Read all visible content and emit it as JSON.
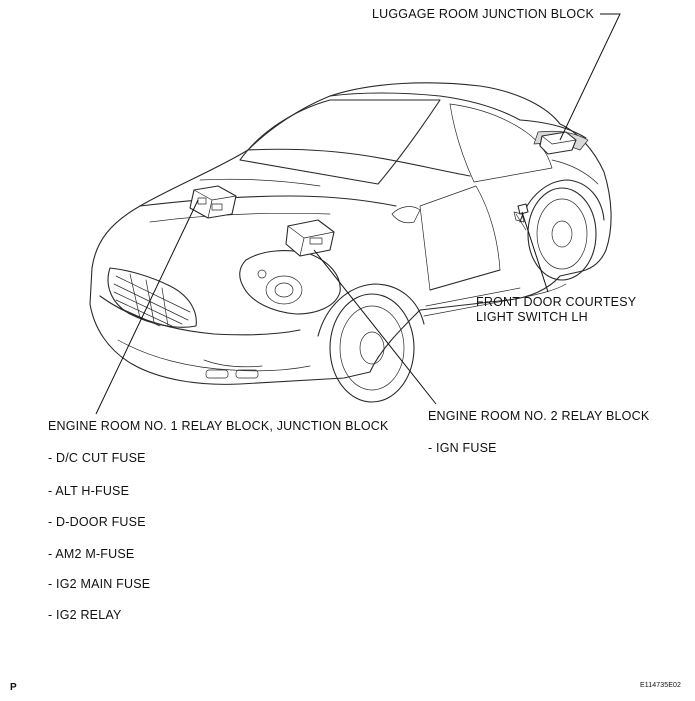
{
  "labels": {
    "luggage_room_junction_block": "LUGGAGE ROOM JUNCTION BLOCK",
    "front_door_courtesy_line1": "FRONT DOOR COURTESY",
    "front_door_courtesy_line2": "LIGHT SWITCH LH",
    "engine_room_no1": "ENGINE ROOM NO. 1 RELAY BLOCK, JUNCTION BLOCK",
    "engine_room_no2": "ENGINE ROOM NO. 2 RELAY BLOCK"
  },
  "engine_room_no1_items": [
    "- D/C CUT FUSE",
    "- ALT H-FUSE",
    "- D-DOOR FUSE",
    "- AM2 M-FUSE",
    "- IG2 MAIN FUSE",
    "- IG2 RELAY"
  ],
  "engine_room_no2_items": [
    "- IGN FUSE"
  ],
  "footer": {
    "page_mark": "P",
    "figure_code": "E114735E02"
  }
}
